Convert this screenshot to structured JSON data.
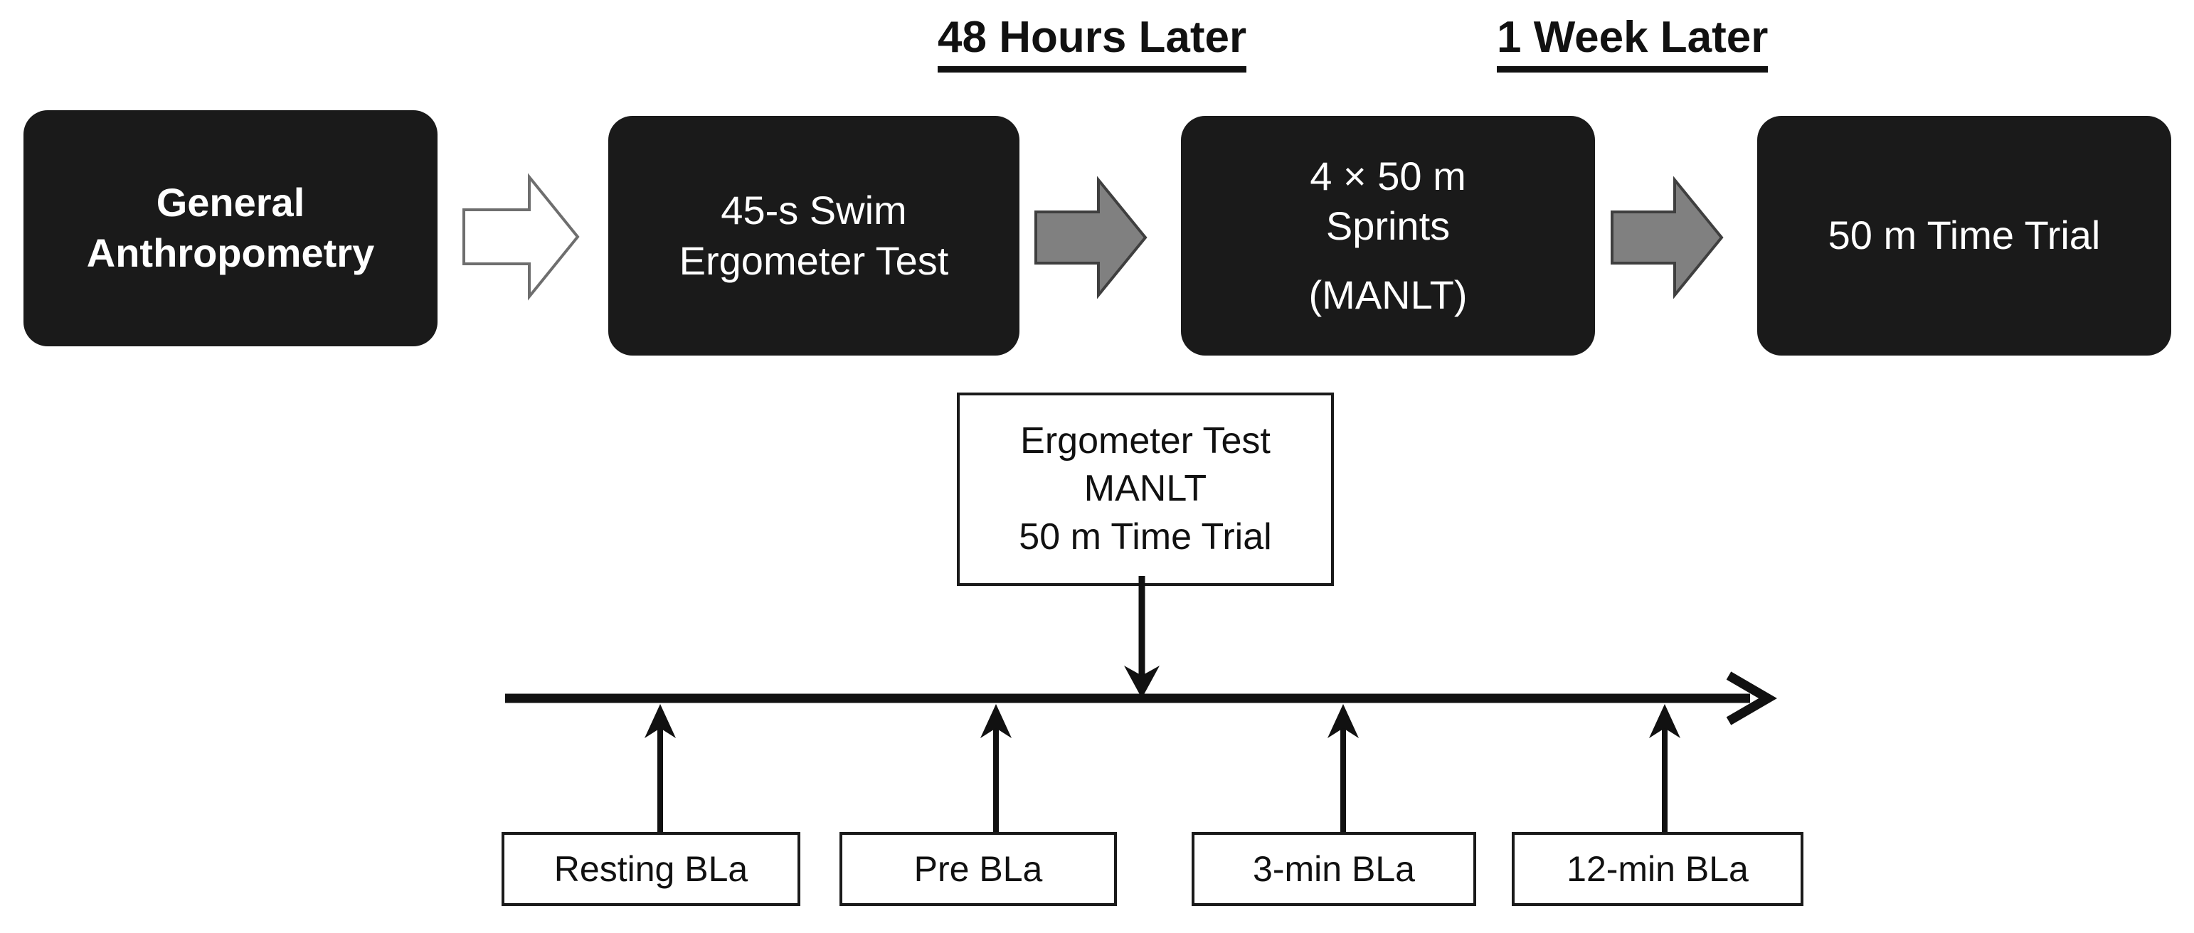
{
  "phases": [
    {
      "id": "48-hours-later",
      "label": "48 Hours Later"
    },
    {
      "id": "1-week-later",
      "label": "1 Week Later"
    }
  ],
  "stages": [
    {
      "id": "general-anthropometry",
      "bold": true,
      "lines": [
        "General",
        "Anthropometry"
      ]
    },
    {
      "id": "swim-ergometer-test",
      "bold": false,
      "lines": [
        "45-s Swim",
        "Ergometer Test"
      ]
    },
    {
      "id": "manlt-sprints",
      "bold": false,
      "lines": [
        "4 × 50 m",
        "Sprints",
        "(MANLT)"
      ]
    },
    {
      "id": "50m-time-trial",
      "bold": false,
      "lines": [
        "50 m Time Trial"
      ]
    }
  ],
  "arrows": [
    {
      "id": "arrow-anthropometry-to-ergometer",
      "style": "hollow",
      "fill": "#ffffff",
      "stroke": "#6e6e6e"
    },
    {
      "id": "arrow-ergometer-to-sprints",
      "style": "filled",
      "fill": "#808080",
      "stroke": "#3f3f3f"
    },
    {
      "id": "arrow-sprints-to-timetrial",
      "style": "filled",
      "fill": "#808080",
      "stroke": "#3f3f3f"
    }
  ],
  "measurement_box": {
    "id": "measurement-events",
    "lines": [
      "Ergometer Test",
      "MANLT",
      "50 m Time Trial"
    ]
  },
  "timeline": {
    "id": "bla-sampling-timeline",
    "line_color": "#111111",
    "direction": "left-to-right",
    "samples": [
      {
        "id": "resting-bla",
        "label": "Resting BLa"
      },
      {
        "id": "pre-bla",
        "label": "Pre BLa"
      },
      {
        "id": "3-min-bla",
        "label": "3-min BLa"
      },
      {
        "id": "12-min-bla",
        "label": "12-min BLa"
      }
    ]
  },
  "colors": {
    "box_fill": "#1a1a1a",
    "box_text": "#ffffff",
    "outline": "#111111",
    "gray_arrow": "#808080",
    "background": "#ffffff"
  }
}
